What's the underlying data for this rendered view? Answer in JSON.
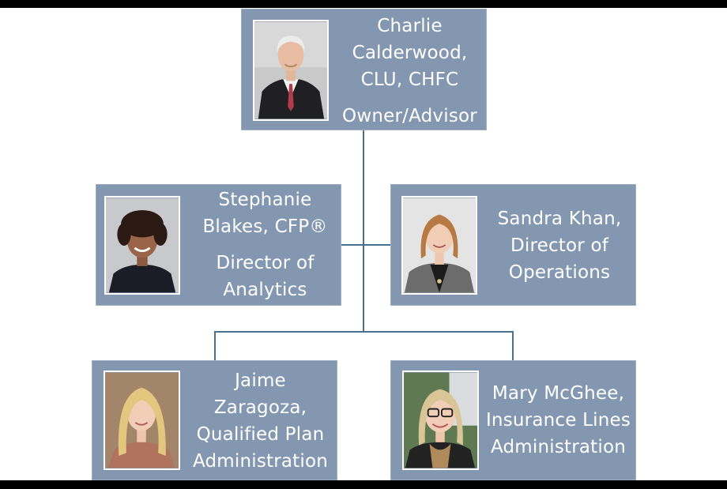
{
  "org_chart": {
    "owner": {
      "name_lines": [
        "Charlie",
        "Calderwood,",
        "CLU, CHFC"
      ],
      "title": "Owner/Advisor"
    },
    "director_left": {
      "name_lines": [
        "Stephanie",
        "Blakes, CFP®"
      ],
      "title_lines": [
        "Director of",
        "Analytics"
      ]
    },
    "director_right": {
      "text_lines": [
        "Sandra Khan,",
        "Director of",
        "Operations"
      ]
    },
    "staff_left": {
      "text_lines": [
        "Jaime",
        "Zaragoza,",
        "Qualified Plan",
        "Administration"
      ]
    },
    "staff_right": {
      "text_lines": [
        "Mary McGhee,",
        "Insurance Lines",
        "Administration"
      ]
    }
  },
  "photos": [
    {
      "icon": "portrait-man-gray-hair-suit"
    },
    {
      "icon": "portrait-woman-dark-curly-hair"
    },
    {
      "icon": "portrait-woman-auburn-hair-houndstooth"
    },
    {
      "icon": "portrait-woman-blonde-hair"
    },
    {
      "icon": "portrait-woman-gray-blonde-hair-glasses"
    }
  ],
  "colors": {
    "box_fill": "#8497b0",
    "connector": "#4a6f91",
    "text": "#ffffff"
  }
}
